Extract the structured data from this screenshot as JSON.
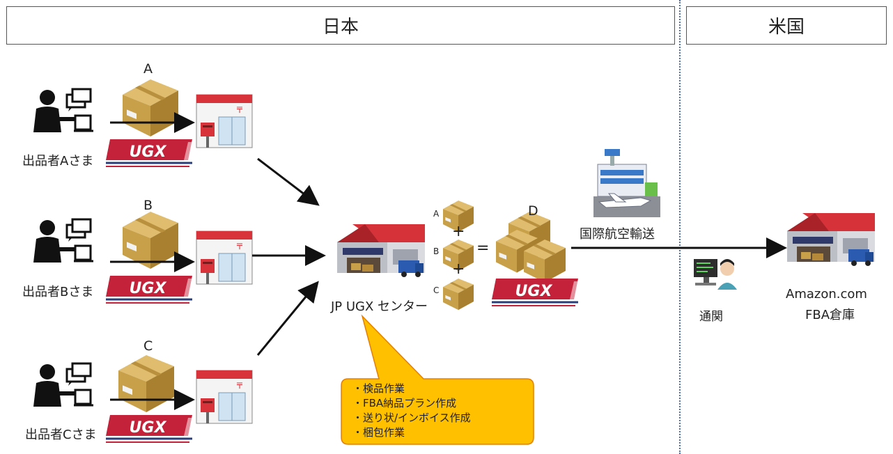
{
  "regions": {
    "japan": "日本",
    "usa": "米国"
  },
  "sellers": [
    {
      "letter": "A",
      "name": "出品者Aさま"
    },
    {
      "letter": "B",
      "name": "出品者Bさま"
    },
    {
      "letter": "C",
      "name": "出品者Cさま"
    }
  ],
  "logo_text": "UGX",
  "center_label": "JP UGX センター",
  "consolidation": {
    "a": "A",
    "b": "B",
    "c": "C",
    "plus": "+",
    "equals": "=",
    "result": "D"
  },
  "air_transport": "国際航空輸送",
  "customs": "通関",
  "destination": {
    "line1": "Amazon.com",
    "line2": "FBA倉庫"
  },
  "callout": [
    "・検品作業",
    "・FBA納品プラン作成",
    "・送り状/インボイス作成",
    "・梱包作業"
  ],
  "colors": {
    "box": "#c9a04a",
    "box_dark": "#9a7424",
    "roof": "#d8323a",
    "logo_red": "#c4223a",
    "logo_navy": "#2a3f7a",
    "callout_fill": "#ffc000",
    "callout_border": "#e67e00",
    "divider": "#4d6fb0"
  }
}
